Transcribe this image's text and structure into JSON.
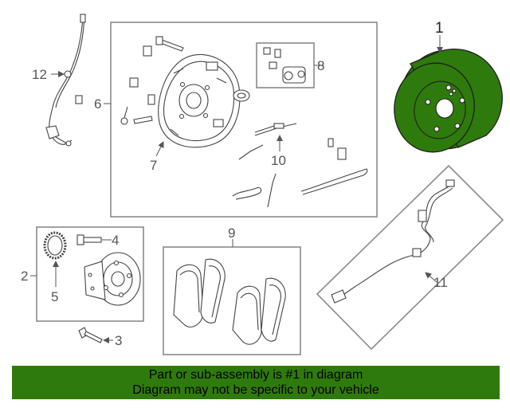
{
  "colors": {
    "highlight": "#2f7a0c",
    "box_stroke": "#8a8a8a",
    "line": "#444444"
  },
  "callouts": {
    "c1": "1",
    "c2": "2",
    "c3": "3",
    "c4": "4",
    "c5": "5",
    "c6": "6",
    "c7": "7",
    "c8": "8",
    "c9": "9",
    "c10": "10",
    "c11": "11",
    "c12": "12"
  },
  "banner": {
    "line1": "Part or sub-assembly is #1 in diagram",
    "line2": "Diagram may not be specific to your vehicle"
  }
}
